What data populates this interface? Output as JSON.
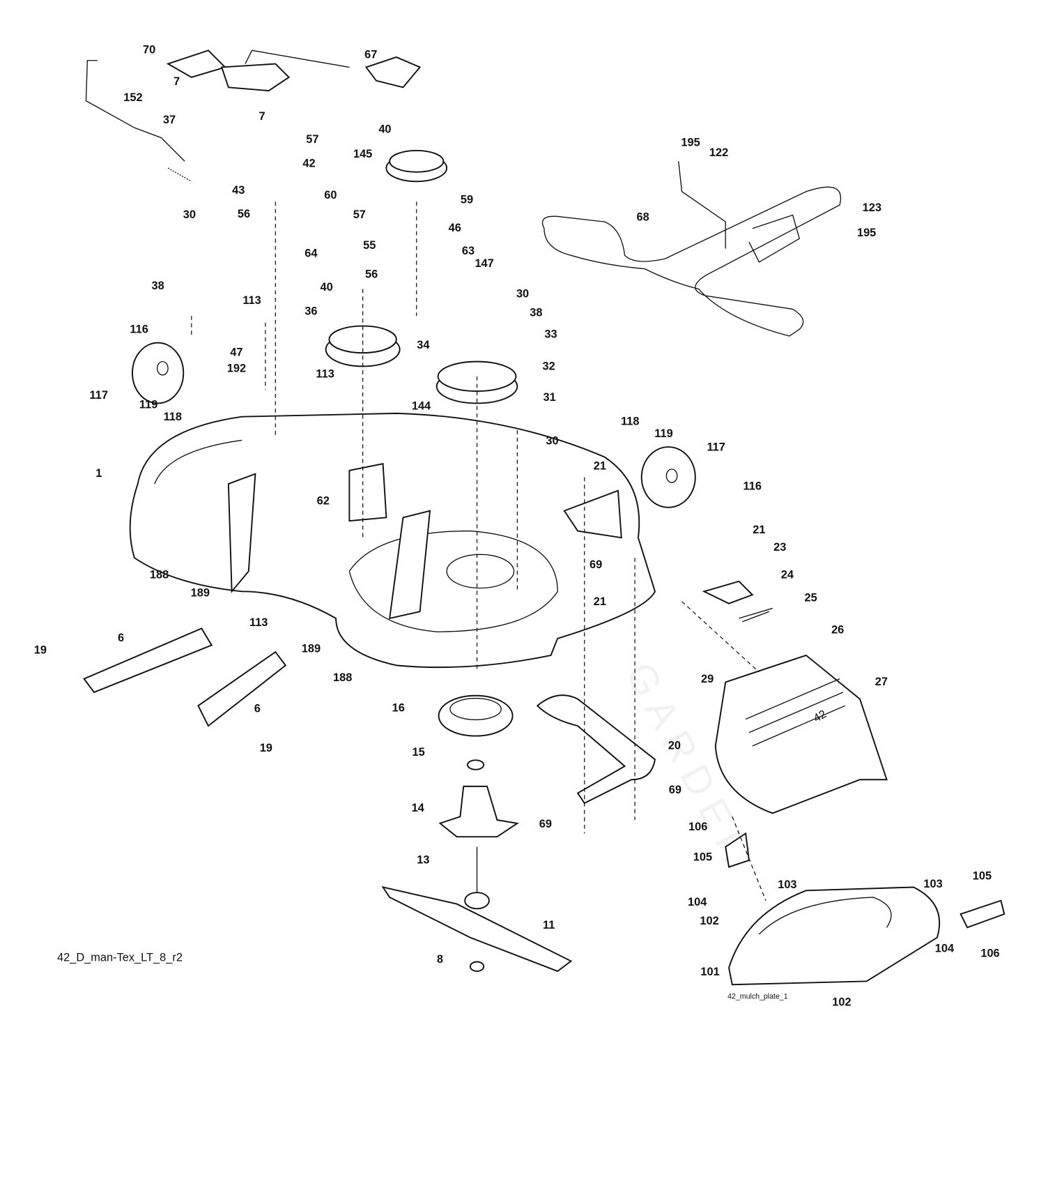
{
  "diagram": {
    "drawing_id": "42_D_man-Tex_LT_8_r2",
    "mulch_plate_id": "42_mulch_plate_1",
    "watermark": "GARDEN",
    "deck_badge": "42",
    "part_labels": [
      "70",
      "67",
      "7",
      "152",
      "7",
      "37",
      "57",
      "40",
      "145",
      "42",
      "195",
      "122",
      "43",
      "60",
      "59",
      "68",
      "123",
      "30",
      "56",
      "57",
      "195",
      "46",
      "64",
      "55",
      "63",
      "147",
      "38",
      "40",
      "56",
      "30",
      "113",
      "36",
      "38",
      "34",
      "116",
      "33",
      "47",
      "113",
      "192",
      "32",
      "117",
      "119",
      "144",
      "118",
      "31",
      "30",
      "118",
      "119",
      "117",
      "1",
      "21",
      "116",
      "62",
      "21",
      "23",
      "69",
      "188",
      "24",
      "189",
      "25",
      "21",
      "113",
      "26",
      "6",
      "189",
      "19",
      "188",
      "29",
      "27",
      "6",
      "16",
      "19",
      "20",
      "15",
      "69",
      "14",
      "69",
      "106",
      "105",
      "13",
      "104",
      "103",
      "103",
      "105",
      "102",
      "11",
      "104",
      "106",
      "8",
      "101",
      "102"
    ]
  }
}
